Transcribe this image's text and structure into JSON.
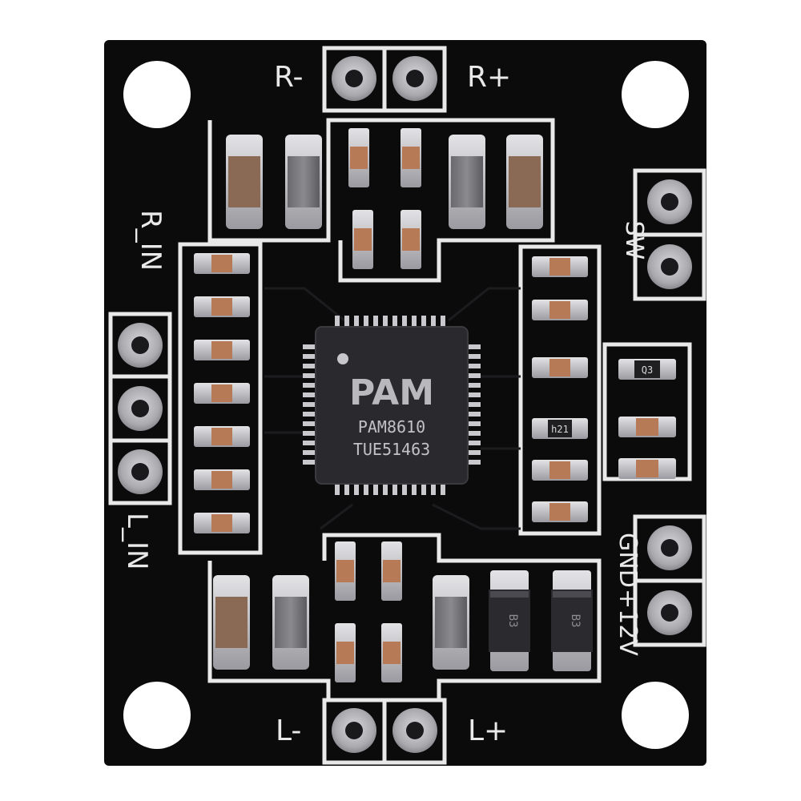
{
  "board": {
    "colors": {
      "pcb": "#0b0b0c",
      "silkscreen": "#e9e9e9",
      "pad": "#b9b9bd",
      "resistor_body": "#b77a57",
      "chip": "#2a2a2e"
    }
  },
  "labels": {
    "r_minus": "R-",
    "r_plus": "R+",
    "l_minus": "L-",
    "l_plus": "L+",
    "r_in": "R_IN",
    "l_in": "L_IN",
    "sw": "SW",
    "gnd": "GND",
    "v12": "+12V"
  },
  "chip": {
    "logo": "PAM",
    "model": "PAM8610",
    "code": "TUE51463"
  },
  "component_marks": {
    "q3": "Q3",
    "h21": "h21",
    "b3_left": "B3",
    "b3_right": "B3"
  }
}
